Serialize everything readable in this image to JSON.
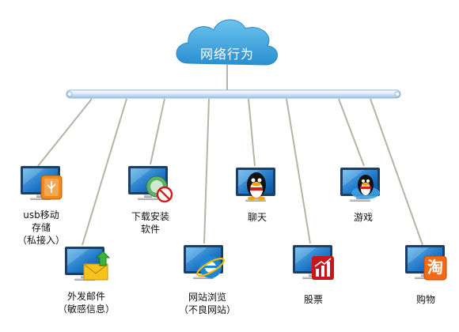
{
  "center": {
    "label": "网络行为"
  },
  "nodes": [
    {
      "id": "usb",
      "lines": [
        "usb移动",
        "存储",
        "（私接入）"
      ],
      "icon": "usb-drive-icon"
    },
    {
      "id": "mail",
      "lines": [
        "外发邮件",
        "（敏感信息）"
      ],
      "icon": "mail-envelope-icon"
    },
    {
      "id": "download",
      "lines": [
        "下载安装",
        "软件"
      ],
      "icon": "download-forbidden-icon"
    },
    {
      "id": "browse",
      "lines": [
        "网站浏览",
        "（不良网站）"
      ],
      "icon": "ie-browser-icon"
    },
    {
      "id": "chat",
      "lines": [
        "聊天"
      ],
      "icon": "qq-penguin-icon"
    },
    {
      "id": "stock",
      "lines": [
        "股票"
      ],
      "icon": "stock-chart-icon"
    },
    {
      "id": "game",
      "lines": [
        "游戏"
      ],
      "icon": "qq-game-icon"
    },
    {
      "id": "shop",
      "lines": [
        "购物"
      ],
      "icon": "taobao-icon"
    }
  ],
  "colors": {
    "cloud": "#3fa7dc",
    "bus": "#cfe3f7",
    "line": "#b9b2a5",
    "monitor": "#1f6fb8"
  },
  "icon_text": {
    "shop": "淘"
  }
}
